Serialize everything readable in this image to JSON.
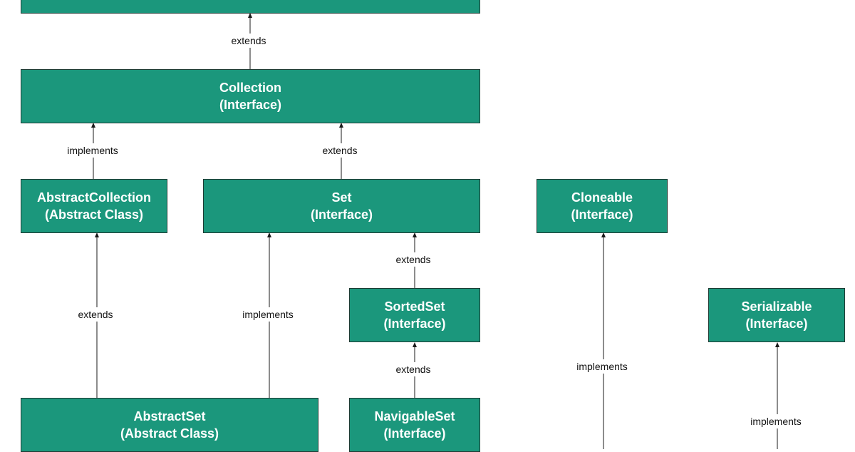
{
  "nodes": {
    "iterable": {
      "name": "",
      "kind": ""
    },
    "collection": {
      "name": "Collection",
      "kind": "(Interface)"
    },
    "abstract_collection": {
      "name": "AbstractCollection",
      "kind": "(Abstract Class)"
    },
    "set": {
      "name": "Set",
      "kind": "(Interface)"
    },
    "cloneable": {
      "name": "Cloneable",
      "kind": "(Interface)"
    },
    "sorted_set": {
      "name": "SortedSet",
      "kind": "(Interface)"
    },
    "serializable": {
      "name": "Serializable",
      "kind": "(Interface)"
    },
    "abstract_set": {
      "name": "AbstractSet",
      "kind": "(Abstract Class)"
    },
    "navigable_set": {
      "name": "NavigableSet",
      "kind": "(Interface)"
    }
  },
  "edges": {
    "collection_to_top": "extends",
    "abstract_collection_to_collection": "implements",
    "set_to_collection": "extends",
    "sorted_set_to_set": "extends",
    "abstract_set_to_abstract_collection": "extends",
    "abstract_set_to_set": "implements",
    "navigable_set_to_sorted_set": "extends",
    "to_cloneable": "implements",
    "to_serializable": "implements"
  }
}
